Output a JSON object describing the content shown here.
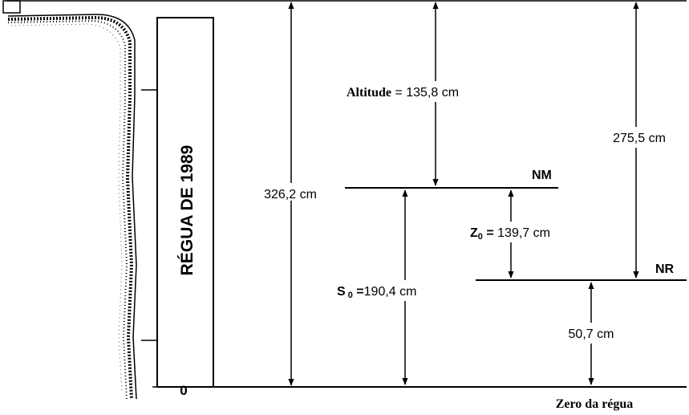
{
  "ruler": {
    "label": "RÉGUA DE 1989",
    "zero_label": "0"
  },
  "levels": {
    "nm": "NM",
    "nr": "NR"
  },
  "measurements": {
    "total": "326,2 cm",
    "altitude_term": "Altitude",
    "altitude_eq": " = ",
    "altitude_value": "135,8 cm",
    "nr_from_top": "275,5 cm",
    "z0_symbol": "Z",
    "z0_sub": "0",
    "z0_eq": " = ",
    "z0_value": "139,7 cm",
    "s0_symbol": "S",
    "s0_sub": " 0",
    "s0_eq": " =",
    "s0_value": "190,4 cm",
    "nr_from_zero": "50,7 cm"
  },
  "zero_caption": "Zero da régua"
}
